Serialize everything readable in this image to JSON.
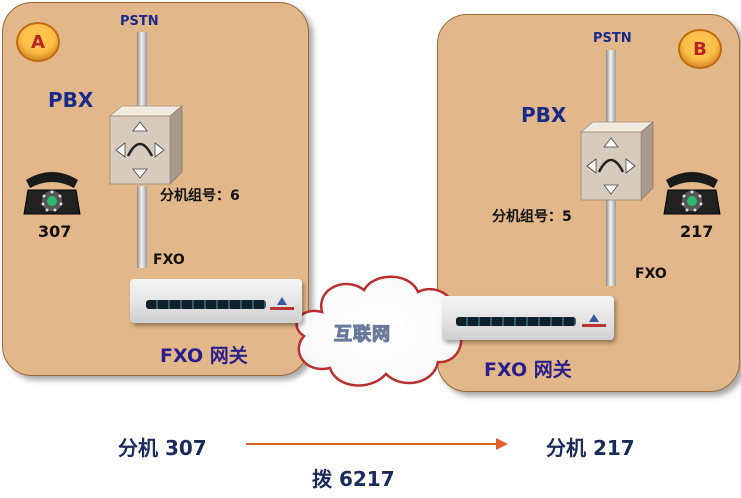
{
  "site_a": {
    "badge": "A",
    "pstn_label": "PSTN",
    "pbx_label": "PBX",
    "extension_number": "307",
    "group_label": "分机组号：6",
    "fxo_label": "FXO",
    "gateway_label": "FXO 网关"
  },
  "site_b": {
    "badge": "B",
    "pstn_label": "PSTN",
    "pbx_label": "PBX",
    "extension_number": "217",
    "group_label": "分机组号：5",
    "fxo_label": "FXO",
    "gateway_label": "FXO 网关"
  },
  "cloud_label": "互联网",
  "call_flow": {
    "from_label": "分机 307",
    "to_label": "分机 217",
    "dial_label": "拨 6217",
    "arrow_color": "#e06030"
  },
  "colors": {
    "panel_fill": "#e2b88a",
    "label_blue": "#1a2a8a"
  }
}
